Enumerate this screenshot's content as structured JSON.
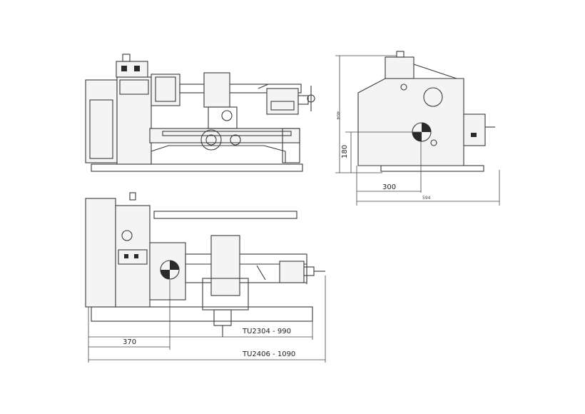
{
  "dimensions": {
    "front_overall_height": "404",
    "front_center_height": "180",
    "front_depth_300": "300",
    "front_depth_total": "594",
    "top_offset": "370",
    "model_short": "TU2304 - 990",
    "model_long": "TU2406 - 1090"
  },
  "colors": {
    "line": "#3a3a3a",
    "background": "#ffffff"
  }
}
